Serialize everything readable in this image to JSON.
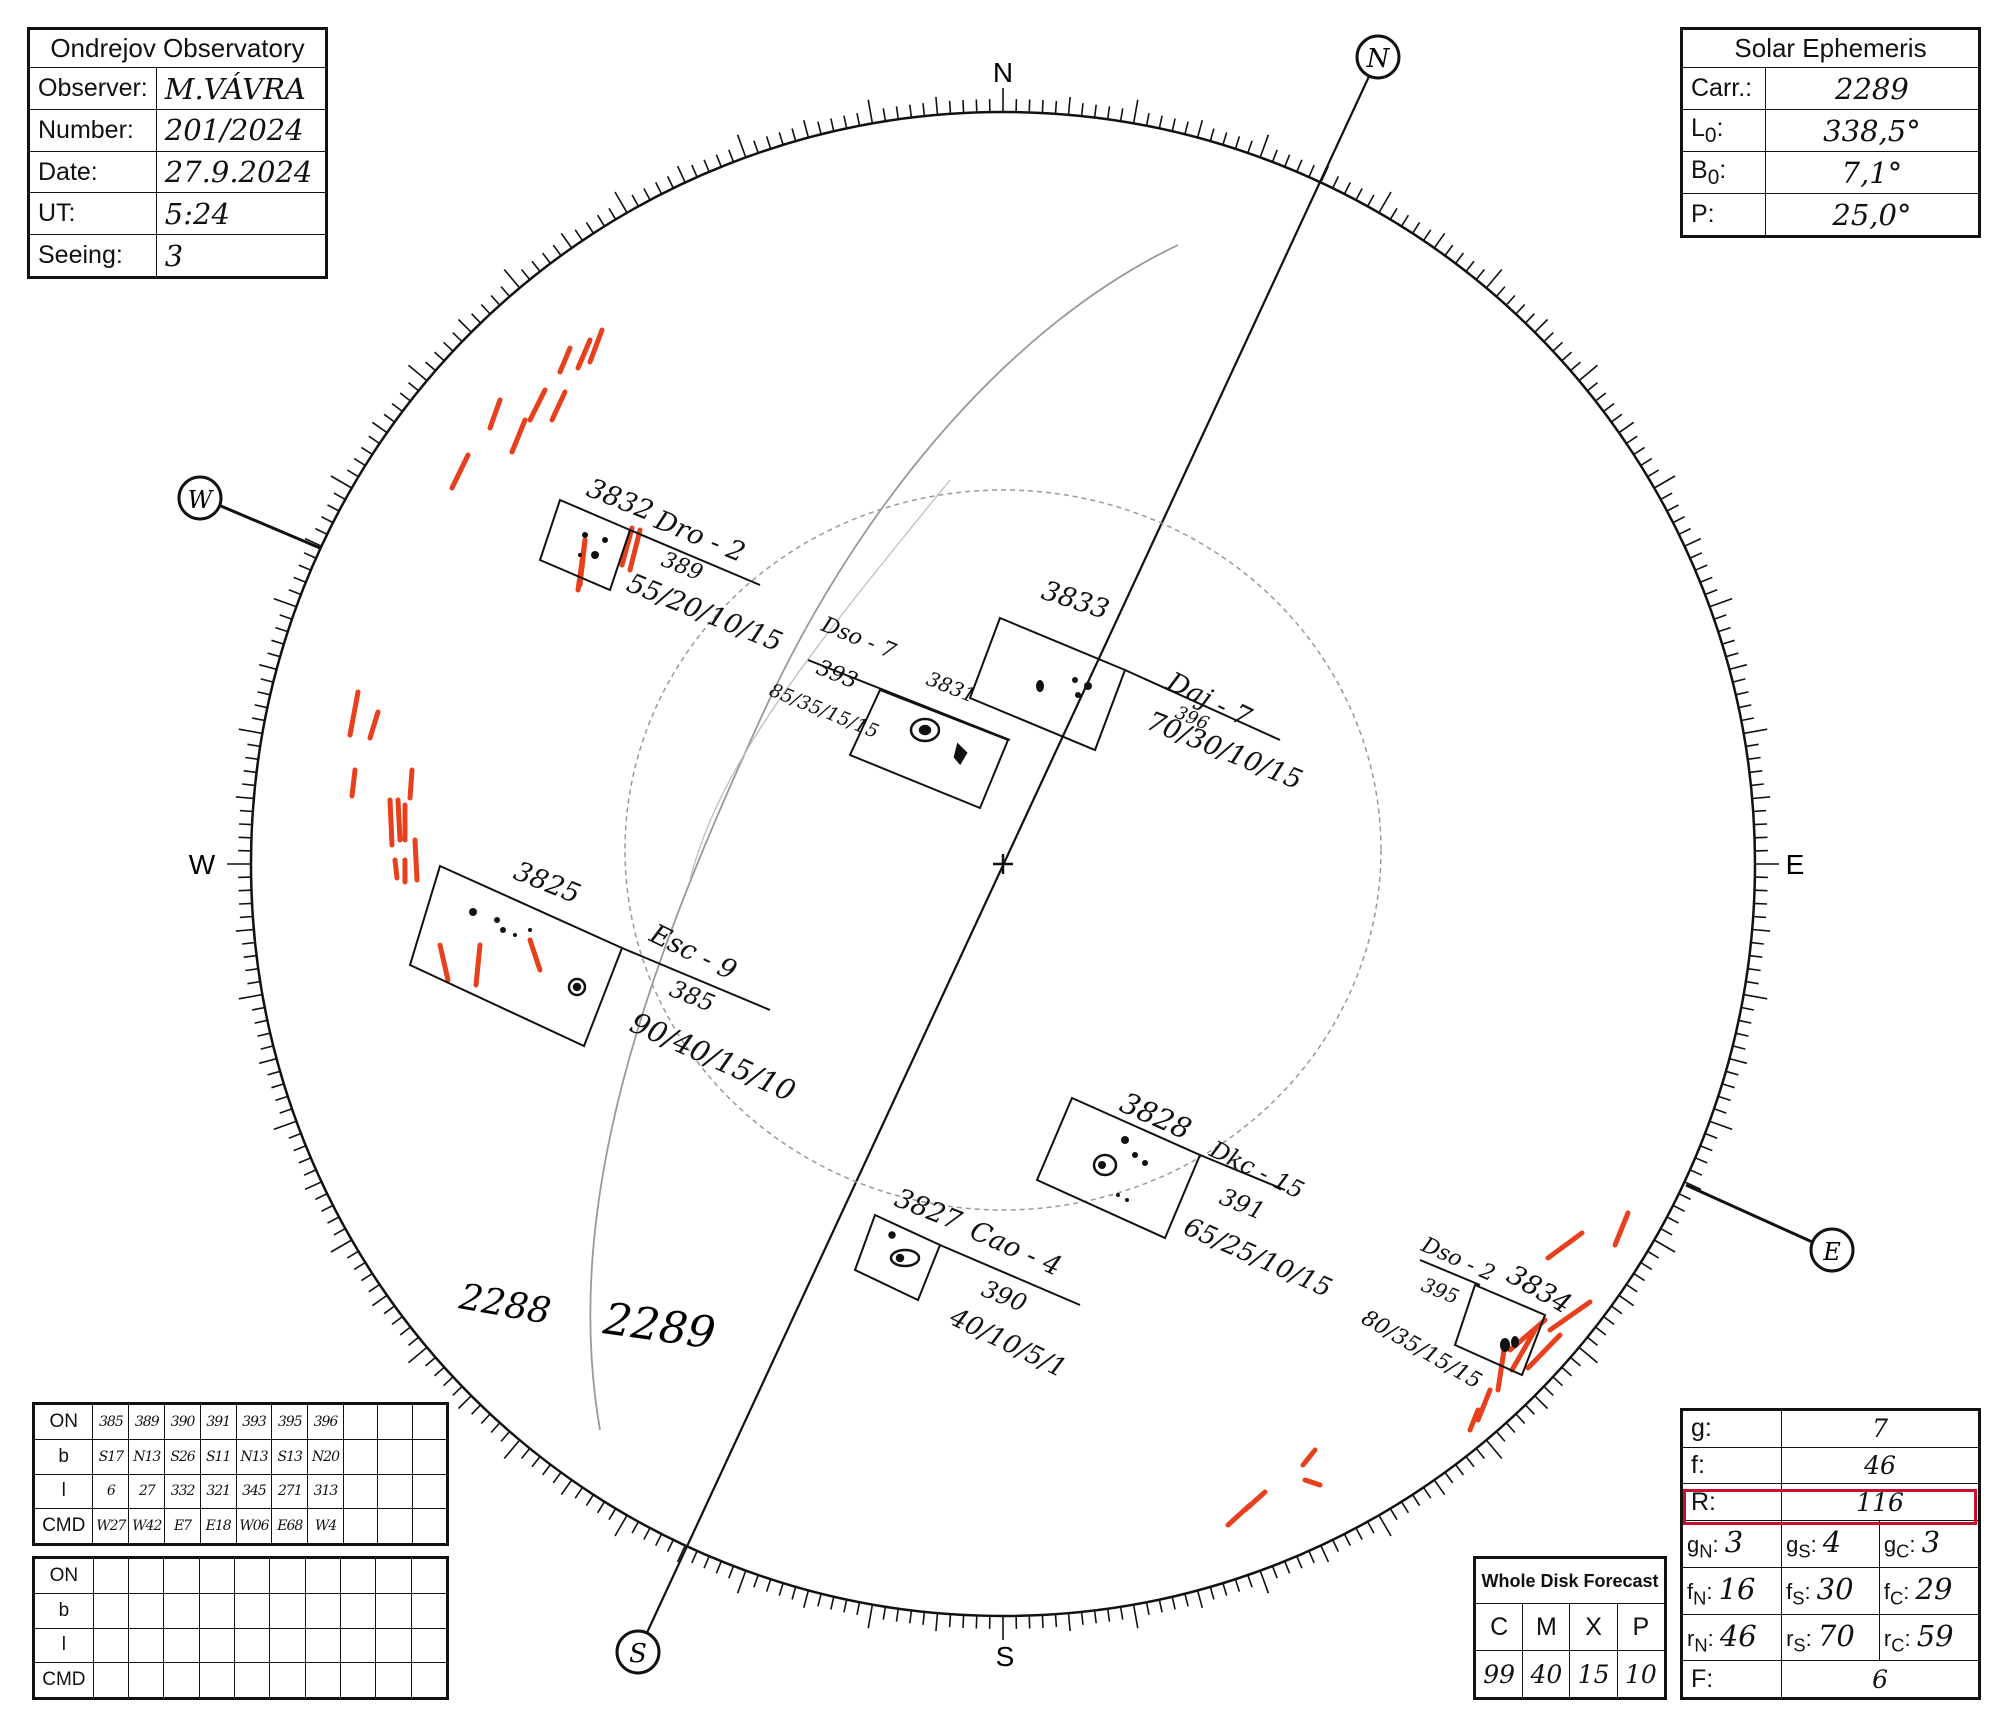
{
  "observatory_box": {
    "title": "Ondrejov Observatory",
    "observer_label": "Observer:",
    "observer": "M.VÁVRA",
    "number_label": "Number:",
    "number": "201/2024",
    "date_label": "Date:",
    "date": "27.9.2024",
    "ut_label": "UT:",
    "ut": "5:24",
    "seeing_label": "Seeing:",
    "seeing": "3"
  },
  "ephemeris_box": {
    "title": "Solar Ephemeris",
    "carr_label": "Carr.:",
    "carr": "2289",
    "l0_label": "L",
    "l0_sub": "0",
    "l0": "338,5°",
    "b0_label": "B",
    "b0_sub": "0",
    "b0": "7,1°",
    "p_label": "P:",
    "p": "25,0°"
  },
  "compass": {
    "n": "N",
    "s": "S",
    "e": "E",
    "w": "W",
    "pole_n": "N",
    "pole_s": "S",
    "pole_e": "E",
    "pole_w": "W"
  },
  "colors": {
    "ink": "#111111",
    "pencil": "#888888",
    "faculae": "#e8401c",
    "highlight": "#c8102e"
  },
  "meridian_labels": [
    "2288",
    "2289"
  ],
  "groups": [
    {
      "noaa": "3832",
      "class": "Dro - 2",
      "area": "389",
      "values": "55/20/10/15"
    },
    {
      "noaa": "3833",
      "class": "Daj - 7",
      "area": "396",
      "values": "70/30/10/15"
    },
    {
      "noaa": "3831",
      "class": "Dso - 7",
      "area": "393",
      "values": "85/35/15/15"
    },
    {
      "noaa": "3825",
      "class": "Esc - 9",
      "area": "385",
      "values": "90/40/15/10"
    },
    {
      "noaa": "3828",
      "class": "Dkc - 15",
      "area": "391",
      "values": "65/25/10/15"
    },
    {
      "noaa": "3827",
      "class": "Cao - 4",
      "area": "390",
      "values": "40/10/5/1"
    },
    {
      "noaa": "3834",
      "class": "Dso - 2",
      "area": "395",
      "values": "80/35/15/15"
    }
  ],
  "history_table_1": {
    "rows": [
      {
        "label": "ON",
        "cells": [
          "385",
          "389",
          "390",
          "391",
          "393",
          "395",
          "396",
          "",
          "",
          ""
        ]
      },
      {
        "label": "b",
        "cells": [
          "S17",
          "N13",
          "S26",
          "S11",
          "N13",
          "S13",
          "N20",
          "",
          "",
          ""
        ]
      },
      {
        "label": "l",
        "cells": [
          "6",
          "27",
          "332",
          "321",
          "345",
          "271",
          "313",
          "",
          "",
          ""
        ]
      },
      {
        "label": "CMD",
        "cells": [
          "W27",
          "W42",
          "E7",
          "E18",
          "W06",
          "E68",
          "W4",
          "",
          "",
          ""
        ]
      }
    ]
  },
  "history_table_2": {
    "rows": [
      {
        "label": "ON",
        "cells": [
          "",
          "",
          "",
          "",
          "",
          "",
          "",
          "",
          "",
          ""
        ]
      },
      {
        "label": "b",
        "cells": [
          "",
          "",
          "",
          "",
          "",
          "",
          "",
          "",
          "",
          ""
        ]
      },
      {
        "label": "l",
        "cells": [
          "",
          "",
          "",
          "",
          "",
          "",
          "",
          "",
          "",
          ""
        ]
      },
      {
        "label": "CMD",
        "cells": [
          "",
          "",
          "",
          "",
          "",
          "",
          "",
          "",
          "",
          ""
        ]
      }
    ]
  },
  "forecast": {
    "title": "Whole Disk Forecast",
    "classes": [
      "C",
      "M",
      "X",
      "P"
    ],
    "values": [
      "99",
      "40",
      "15",
      "10"
    ]
  },
  "stats": {
    "g_label": "g:",
    "g": "7",
    "f_label": "f:",
    "f": "46",
    "r_label": "R:",
    "r": "116",
    "gn_label": "g",
    "gn_sub": "N",
    "gn": "3",
    "gs_label": "g",
    "gs_sub": "S",
    "gs": "4",
    "gc_label": "g",
    "gc_sub": "C",
    "gc": "3",
    "fn_label": "f",
    "fn_sub": "N",
    "fn": "16",
    "fs_label": "f",
    "fs_sub": "S",
    "fs": "30",
    "fc_label": "f",
    "fc_sub": "C",
    "fc": "29",
    "rn_label": "r",
    "rn_sub": "N",
    "rn": "46",
    "rs_label": "r",
    "rs_sub": "S",
    "rs": "70",
    "rc_label": "r",
    "rc_sub": "C",
    "rc": "59",
    "ff_label": "F:",
    "ff": "6"
  }
}
